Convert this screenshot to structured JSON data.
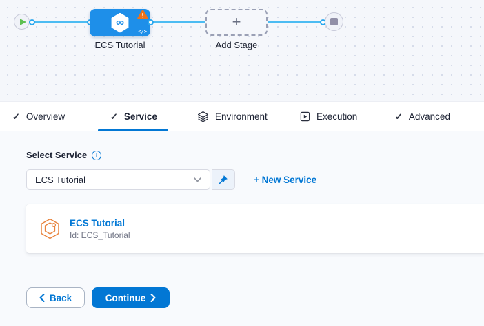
{
  "colors": {
    "primary": "#0278d5",
    "node_blue": "#1e8fe9",
    "warning_orange": "#ee7219",
    "connector_blue": "#4cbcf2",
    "start_green": "#5fc052",
    "service_icon_orange": "#e8833d"
  },
  "canvas": {
    "stage": {
      "label": "ECS Tutorial"
    },
    "add_stage": {
      "label": "Add Stage"
    }
  },
  "tabs": [
    {
      "label": "Overview"
    },
    {
      "label": "Service"
    },
    {
      "label": "Environment"
    },
    {
      "label": "Execution"
    },
    {
      "label": "Advanced"
    }
  ],
  "service_form": {
    "label": "Select Service",
    "selected_value": "ECS Tutorial",
    "new_service": "+ New Service"
  },
  "service_card": {
    "name": "ECS Tutorial",
    "id": "Id: ECS_Tutorial"
  },
  "footer": {
    "back": "Back",
    "continue": "Continue"
  },
  "icons": {
    "check": "✓",
    "plus": "+",
    "code": "</>",
    "infinity": "∞",
    "info": "i"
  }
}
